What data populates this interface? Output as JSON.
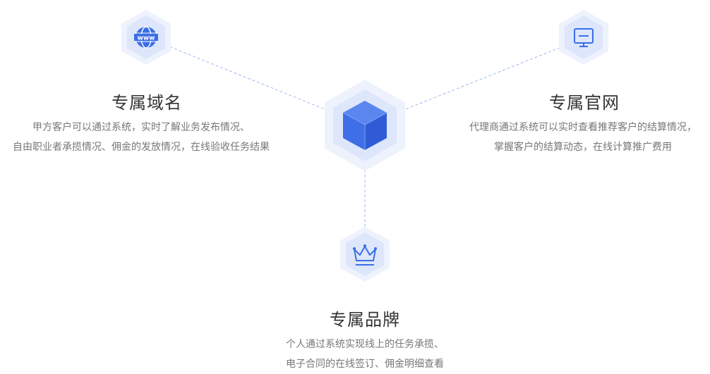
{
  "features": {
    "domain": {
      "icon": "globe-www-icon",
      "icon_text": "www",
      "title": "专属域名",
      "lines": [
        "甲方客户可以通过系统，实时了解业务发布情况、",
        "自由职业者承揽情况、佣金的发放情况，在线验收任务结果"
      ]
    },
    "website": {
      "icon": "monitor-icon",
      "title": "专属官网",
      "lines": [
        "代理商通过系统可以实时查看推荐客户的结算情况，",
        "掌握客户的结算动态，在线计算推广费用"
      ]
    },
    "brand": {
      "icon": "crown-icon",
      "title": "专属品牌",
      "lines": [
        "个人通过系统实现线上的任务承揽、",
        "电子合同的在线签订、佣金明细查看"
      ]
    }
  },
  "colors": {
    "accent": "#3b6ee6",
    "hex_outer": "#eef2fd",
    "hex_inner": "#dde6fb",
    "connector": "#9fb8ee",
    "title": "#333333",
    "text": "#777777"
  }
}
